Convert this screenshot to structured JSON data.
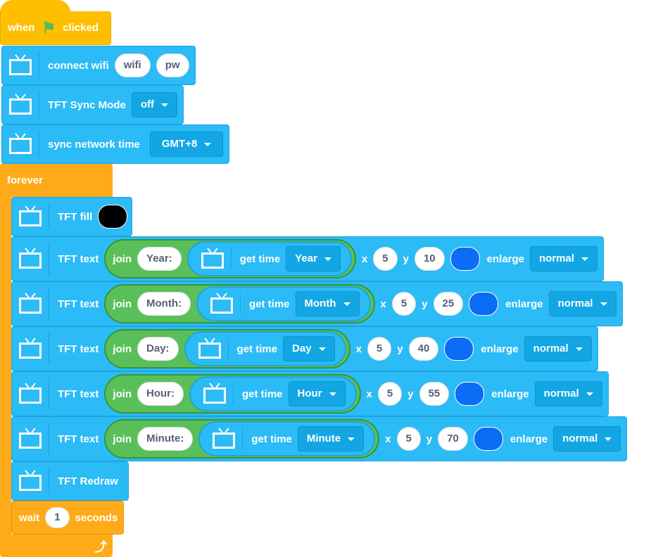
{
  "hat": {
    "when": "when",
    "clicked": "clicked"
  },
  "wifi": {
    "label": "connect wifi",
    "ssid": "wifi",
    "pw": "pw"
  },
  "sync_mode": {
    "label": "TFT Sync Mode",
    "value": "off"
  },
  "sync_time": {
    "label": "sync network time",
    "value": "GMT+8"
  },
  "forever": {
    "label": "forever"
  },
  "fill": {
    "label": "TFT fill",
    "color": "#000000"
  },
  "text_rows": [
    {
      "label": "TFT text",
      "join": "join",
      "prefix": "Year:",
      "get": "get time",
      "unit": "Year",
      "x_label": "x",
      "x": "5",
      "y_label": "y",
      "y": "10",
      "color": "#0b6cf5",
      "enlarge_label": "enlarge",
      "enlarge": "normal"
    },
    {
      "label": "TFT text",
      "join": "join",
      "prefix": "Month:",
      "get": "get time",
      "unit": "Month",
      "x_label": "x",
      "x": "5",
      "y_label": "y",
      "y": "25",
      "color": "#0b6cf5",
      "enlarge_label": "enlarge",
      "enlarge": "normal"
    },
    {
      "label": "TFT text",
      "join": "join",
      "prefix": "Day:",
      "get": "get time",
      "unit": "Day",
      "x_label": "x",
      "x": "5",
      "y_label": "y",
      "y": "40",
      "color": "#0b6cf5",
      "enlarge_label": "enlarge",
      "enlarge": "normal"
    },
    {
      "label": "TFT text",
      "join": "join",
      "prefix": "Hour:",
      "get": "get time",
      "unit": "Hour",
      "x_label": "x",
      "x": "5",
      "y_label": "y",
      "y": "55",
      "color": "#0b6cf5",
      "enlarge_label": "enlarge",
      "enlarge": "normal"
    },
    {
      "label": "TFT text",
      "join": "join",
      "prefix": "Minute:",
      "get": "get time",
      "unit": "Minute",
      "x_label": "x",
      "x": "5",
      "y_label": "y",
      "y": "70",
      "color": "#0b6cf5",
      "enlarge_label": "enlarge",
      "enlarge": "normal"
    }
  ],
  "redraw": {
    "label": "TFT Redraw"
  },
  "wait": {
    "label": "wait",
    "value": "1",
    "unit": "seconds"
  }
}
